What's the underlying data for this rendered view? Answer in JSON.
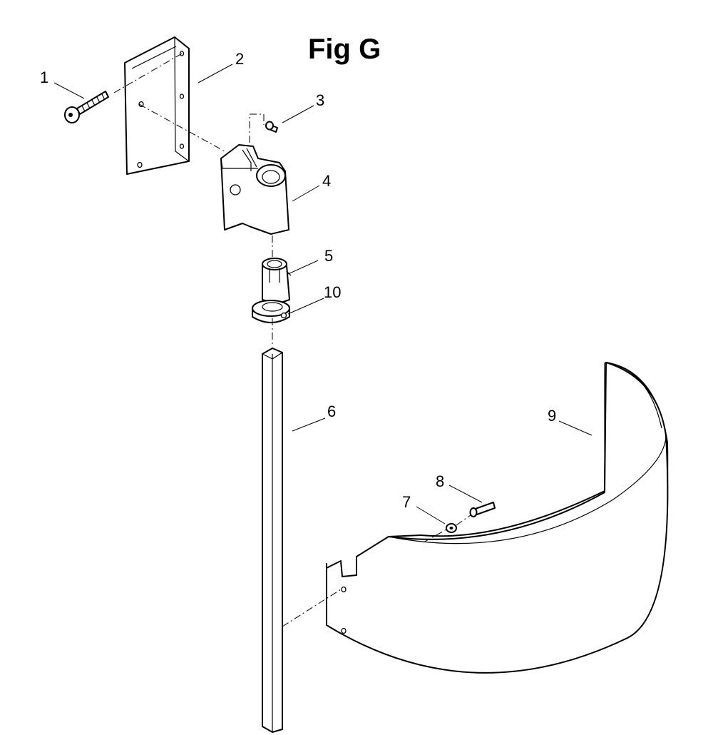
{
  "figure": {
    "title": "Fig G"
  },
  "callouts": [
    {
      "id": "c1",
      "label": "1"
    },
    {
      "id": "c2",
      "label": "2"
    },
    {
      "id": "c3",
      "label": "3"
    },
    {
      "id": "c4",
      "label": "4"
    },
    {
      "id": "c5",
      "label": "5"
    },
    {
      "id": "c10",
      "label": "10"
    },
    {
      "id": "c6",
      "label": "6"
    },
    {
      "id": "c9",
      "label": "9"
    },
    {
      "id": "c8",
      "label": "8"
    },
    {
      "id": "c7",
      "label": "7"
    }
  ]
}
